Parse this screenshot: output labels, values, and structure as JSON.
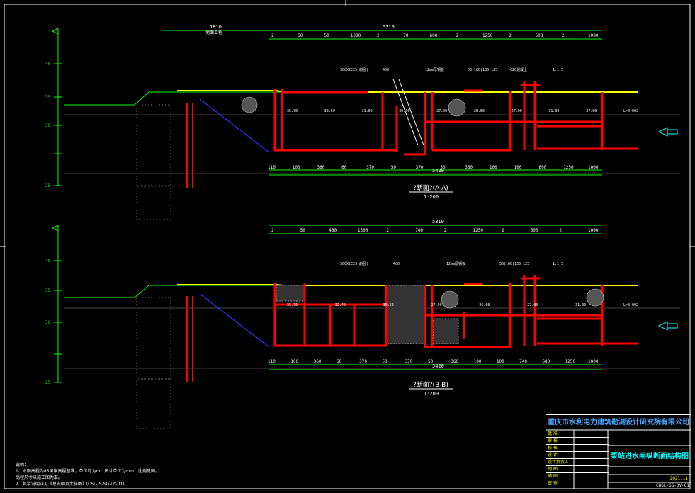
{
  "colors": {
    "background": "#000000",
    "wall": "#ff0000",
    "ground": "#ffff00",
    "dimension": "#00ff00",
    "text": "#ffffff",
    "water": "#00ffff",
    "slope": "#0000ff"
  },
  "section_a": {
    "title": "?断面?(A-A)",
    "scale": "1:200",
    "total_dim": "5310",
    "top_dims": [
      "2",
      "50",
      "50",
      "1300",
      "2",
      "70",
      "600",
      "2",
      "1250",
      "2",
      "500",
      "2",
      "1000"
    ],
    "bottom_dims": [
      "110",
      "100",
      "360",
      "60",
      "370",
      "50",
      "370",
      "50",
      "360",
      "100",
      "100",
      "600",
      "1250",
      "1000"
    ],
    "bottom_total": "5420",
    "left_dim": "1810",
    "left_label": "地面工程",
    "elevations": [
      "35.70",
      "30.50",
      "31.00",
      "30.00",
      "27.90",
      "25.60",
      "27.00",
      "31.00",
      "27.00",
      "L=0.002"
    ],
    "labels": [
      "300X2C25(斜卧)",
      "400",
      "12mm厚钢板",
      "50(100)135 125",
      "C20混凝土",
      "1:1.5"
    ]
  },
  "section_b": {
    "title": "?断面?(B-B)",
    "scale": "1:200",
    "total_dim": "5310",
    "top_dims": [
      "2",
      "50",
      "460",
      "1300",
      "2",
      "740",
      "2",
      "1250",
      "2",
      "500",
      "2",
      "1000"
    ],
    "bottom_dims": [
      "110",
      "100",
      "360",
      "60",
      "370",
      "50",
      "370",
      "50",
      "360",
      "100",
      "100",
      "740",
      "680",
      "1250",
      "1000"
    ],
    "bottom_total": "5420",
    "elevations": [
      "35.70",
      "32.40",
      "30.50",
      "27.90",
      "26.60",
      "27.00",
      "31.00",
      "L=0.002"
    ],
    "labels": [
      "300X2C25(斜卧)",
      "400",
      "12mm厚钢板",
      "50(100)135 125",
      "1:1.5"
    ]
  },
  "elev_scale": [
    "40",
    "35",
    "30",
    "25"
  ],
  "title_block": {
    "company": "重庆市水利电力建筑勘测设计研究院有限公司",
    "drawing_title": "泵站进水闸纵断面结构图",
    "rows": [
      "批  准",
      "审  核",
      "校  核",
      "设  计",
      "设计负责人",
      "制  图",
      "描  图",
      "审  查"
    ],
    "date": "2021.11",
    "code": "CQSL-SG-DY-01"
  },
  "notes": {
    "heading": "说明：",
    "lines": [
      "1、本图高程为85国家高程基准，单位均为m，尺寸单位为mm，比例见图。",
      "   高程尺寸以施工图为准。",
      "2、其余说明详见《总说明及大样图》(CSL-JS-SG-DY-01)。"
    ]
  }
}
